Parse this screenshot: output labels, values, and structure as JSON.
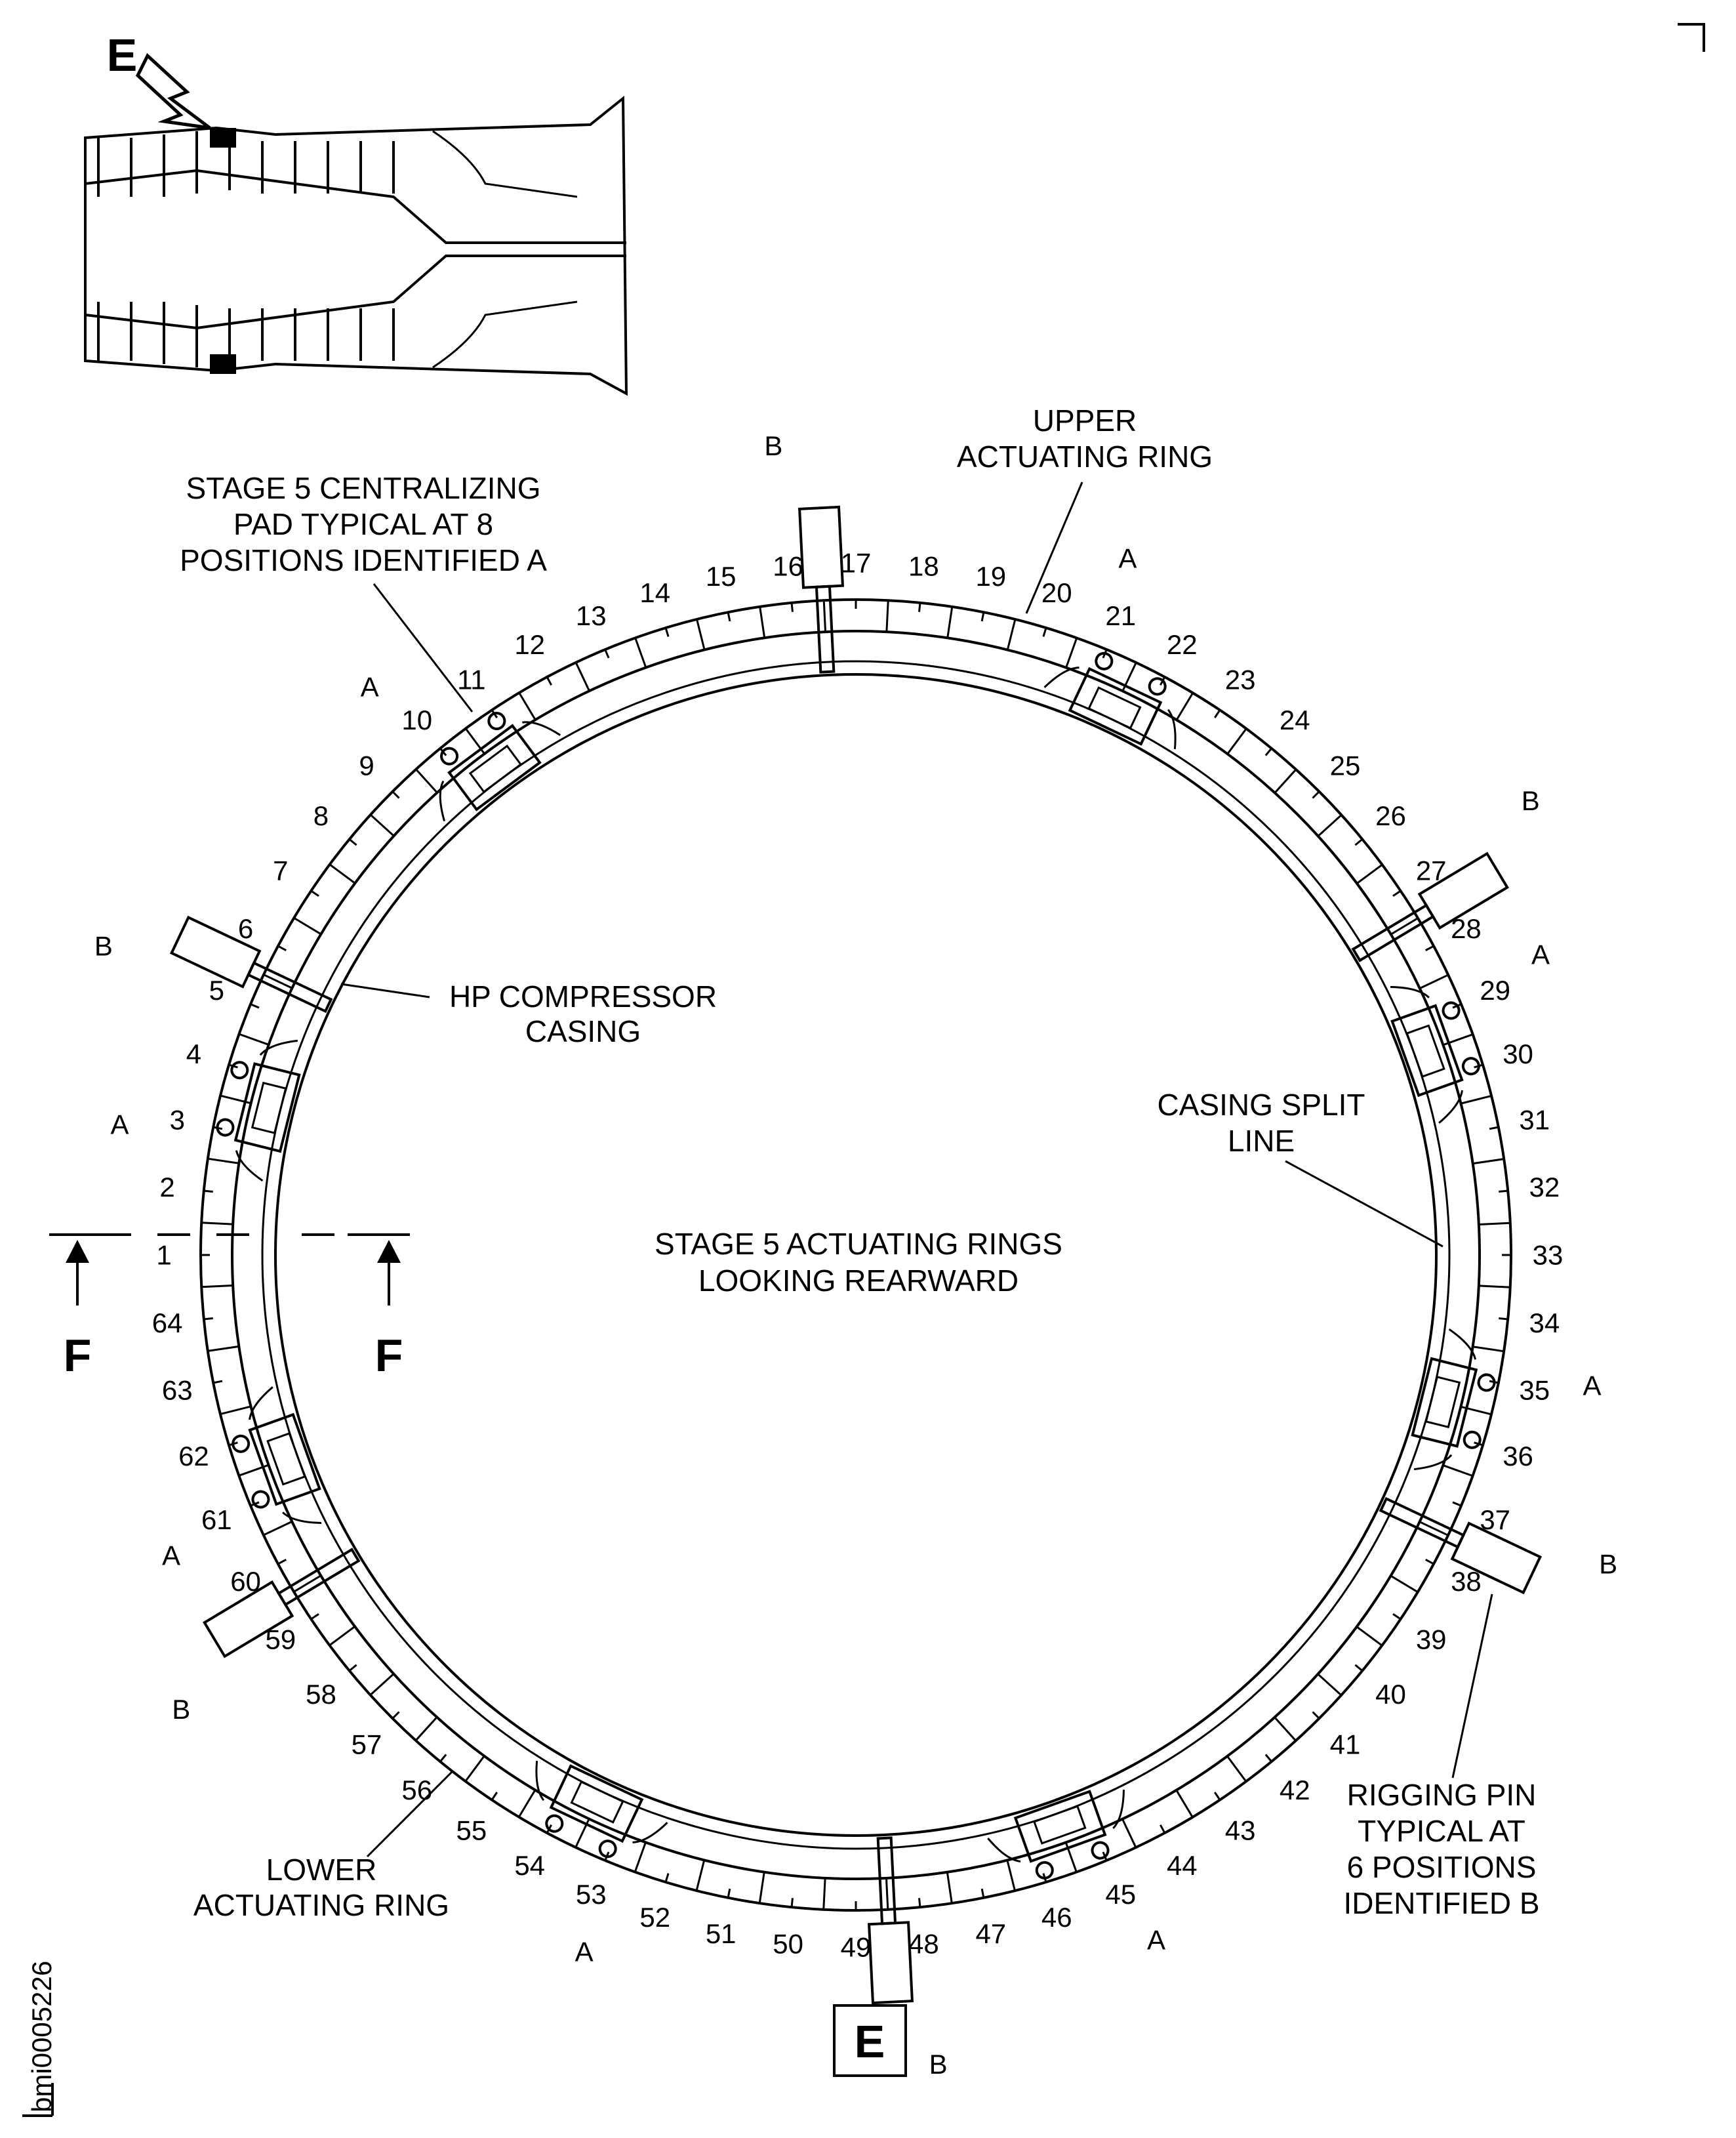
{
  "figure_id": "bmi0005226",
  "view_label_top": "E",
  "view_label_box": "E",
  "section_label": "F",
  "title": [
    "STAGE 5 ACTUATING RINGS",
    "LOOKING REARWARD"
  ],
  "callouts": {
    "upper_ring": [
      "UPPER",
      "ACTUATING RING"
    ],
    "lower_ring": [
      "LOWER",
      "ACTUATING RING"
    ],
    "centralizing_pad": [
      "STAGE 5 CENTRALIZING",
      "PAD TYPICAL AT 8",
      "POSITIONS IDENTIFIED A"
    ],
    "hp_casing": [
      "HP COMPRESSOR",
      "CASING"
    ],
    "split_line": [
      "CASING SPLIT",
      "LINE"
    ],
    "rigging_pin": [
      "RIGGING PIN",
      "TYPICAL AT",
      "6 POSITIONS",
      "IDENTIFIED B"
    ]
  },
  "pad_label": "A",
  "pin_label": "B",
  "positions": [
    "1",
    "2",
    "3",
    "4",
    "5",
    "6",
    "7",
    "8",
    "9",
    "10",
    "11",
    "12",
    "13",
    "14",
    "15",
    "16",
    "17",
    "18",
    "19",
    "20",
    "21",
    "22",
    "23",
    "24",
    "25",
    "26",
    "27",
    "28",
    "29",
    "30",
    "31",
    "32",
    "33",
    "34",
    "35",
    "36",
    "37",
    "38",
    "39",
    "40",
    "41",
    "42",
    "43",
    "44",
    "45",
    "46",
    "47",
    "48",
    "49",
    "50",
    "51",
    "52",
    "53",
    "54",
    "55",
    "56",
    "57",
    "58",
    "59",
    "60",
    "61",
    "62",
    "63",
    "64"
  ]
}
